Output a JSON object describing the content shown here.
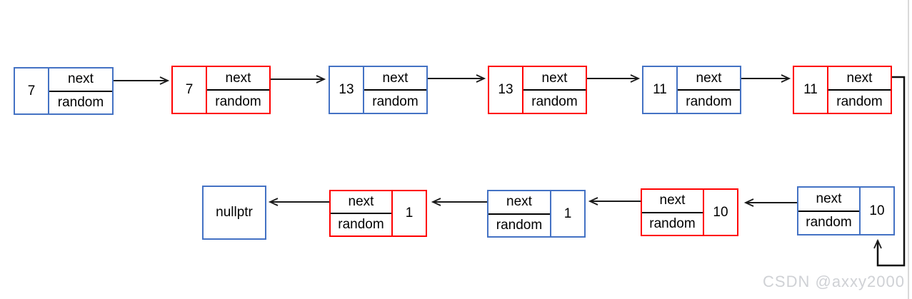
{
  "labels": {
    "next": "next",
    "random": "random"
  },
  "nullptr_label": "nullptr",
  "watermark": "CSDN @axxy2000",
  "colors": {
    "blue_node_border": "#4472c4",
    "red_node_border": "#ff0000",
    "arrow": "#000000",
    "right_edge_line": "#d9d9d9",
    "watermark_text": "#cfd1d5"
  },
  "top_row": [
    {
      "value": "7",
      "color": "blue"
    },
    {
      "value": "7",
      "color": "red"
    },
    {
      "value": "13",
      "color": "blue"
    },
    {
      "value": "13",
      "color": "red"
    },
    {
      "value": "11",
      "color": "blue"
    },
    {
      "value": "11",
      "color": "red"
    }
  ],
  "bottom_row": [
    {
      "value": "1",
      "color": "red"
    },
    {
      "value": "1",
      "color": "blue"
    },
    {
      "value": "10",
      "color": "red"
    },
    {
      "value": "10",
      "color": "blue"
    }
  ]
}
